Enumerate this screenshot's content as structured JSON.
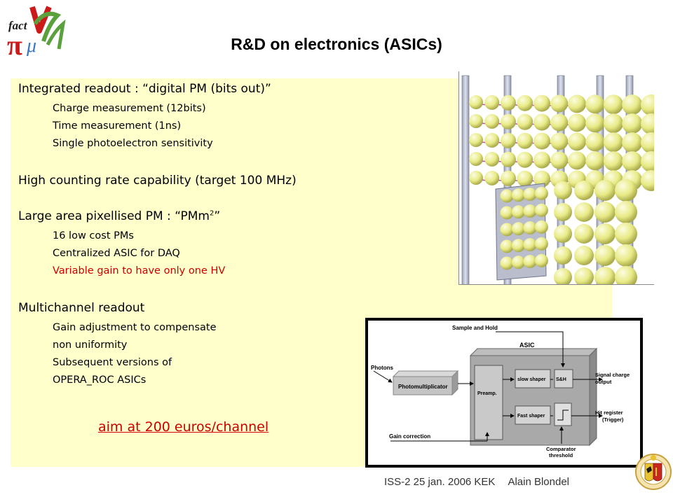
{
  "logo": {
    "text_fact": "fact",
    "text_nu": "ν",
    "text_pi": "π",
    "text_mu": "μ"
  },
  "title": "R&D on electronics (ASICs)",
  "content": {
    "h1": "Integrated readout : “digital PM (bits out)”",
    "h1_items": [
      "Charge measurement (12bits)",
      "Time measurement (1ns)",
      "Single photoelectron sensitivity"
    ],
    "h2": "High counting rate capability (target 100 MHz)",
    "h3_prefix": "Large area pixellised PM : “PMm",
    "h3_sup": "2",
    "h3_suffix": "”",
    "h3_items": [
      "16 low cost PMs",
      "Centralized ASIC for DAQ"
    ],
    "h3_red_item": "Variable gain to have only one HV",
    "h4": "Multichannel readout",
    "h4_items": [
      "Gain adjustment to compensate",
      "non uniformity",
      "Subsequent versions of",
      "OPERA_ROC ASICs"
    ],
    "aim": "aim at 200 euros/channel"
  },
  "diagram": {
    "sample_hold": "Sample and Hold",
    "asic": "ASIC",
    "photons": "Photons",
    "photomultiplier": "Photomultiplicator",
    "preamp": "Preamp.",
    "slow_shaper": "slow shaper",
    "sh": "S&H",
    "fast_shaper": "Fast shaper",
    "signal_out_1": "Signal charge",
    "signal_out_2": "output",
    "hit_1": "Hit register",
    "hit_2": "(Trigger)",
    "gain_correction": "Gain correction",
    "comparator_1": "Comparator",
    "comparator_2": "threshold"
  },
  "footer": {
    "event": "ISS-2 25 jan. 2006 KEK",
    "author": "Alain Blondel"
  },
  "colors": {
    "panel": "#ffffcc",
    "red": "#cc0000",
    "sphere": "#eef08a"
  }
}
